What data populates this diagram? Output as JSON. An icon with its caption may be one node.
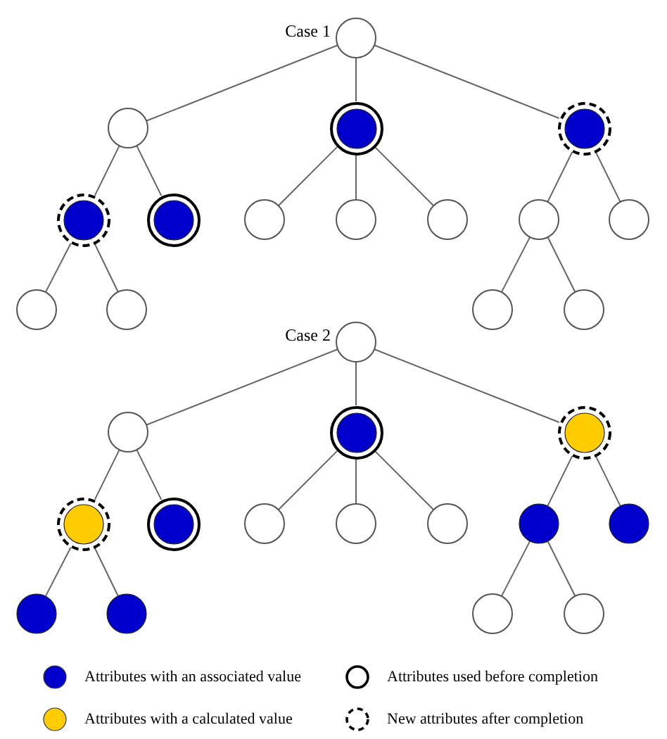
{
  "diagram": {
    "nodes": [
      {
        "text": [],
        "shape": "circle",
        "beside": [
          "Case 1"
        ]
      },
      {
        "text": [],
        "shape": "circle"
      },
      {
        "text": [],
        "shape": "circle"
      },
      {
        "text": [],
        "shape": "circle"
      },
      {
        "text": [],
        "shape": "circle"
      },
      {
        "text": [],
        "shape": "circle"
      },
      {
        "text": [],
        "shape": "circle"
      },
      {
        "text": [],
        "shape": "circle"
      },
      {
        "text": [],
        "shape": "circle"
      },
      {
        "text": [],
        "shape": "circle"
      },
      {
        "text": [],
        "shape": "circle"
      },
      {
        "text": [],
        "shape": "circle"
      },
      {
        "text": [],
        "shape": "circle"
      },
      {
        "text": [],
        "shape": "circle"
      },
      {
        "text": [],
        "shape": "circle"
      },
      {
        "text": [],
        "shape": "circle",
        "beside": [
          "Case 2"
        ]
      },
      {
        "text": [],
        "shape": "circle"
      },
      {
        "text": [],
        "shape": "circle"
      },
      {
        "text": [],
        "shape": "circle"
      },
      {
        "text": [],
        "shape": "circle"
      },
      {
        "text": [],
        "shape": "circle"
      },
      {
        "text": [],
        "shape": "circle"
      },
      {
        "text": [],
        "shape": "circle"
      },
      {
        "text": [],
        "shape": "circle"
      },
      {
        "text": [],
        "shape": "circle"
      },
      {
        "text": [],
        "shape": "circle"
      },
      {
        "text": [],
        "shape": "circle"
      },
      {
        "text": [],
        "shape": "circle"
      },
      {
        "text": [],
        "shape": "circle"
      },
      {
        "text": [],
        "shape": "circle"
      }
    ],
    "edges": [
      {
        "from": 0,
        "to": 1,
        "arrow": "none"
      },
      {
        "from": 0,
        "to": 2,
        "arrow": "none"
      },
      {
        "from": 0,
        "to": 3,
        "arrow": "none"
      },
      {
        "from": 1,
        "to": 4,
        "arrow": "none"
      },
      {
        "from": 1,
        "to": 5,
        "arrow": "none"
      },
      {
        "from": 2,
        "to": 6,
        "arrow": "none"
      },
      {
        "from": 2,
        "to": 7,
        "arrow": "none"
      },
      {
        "from": 2,
        "to": 8,
        "arrow": "none"
      },
      {
        "from": 3,
        "to": 9,
        "arrow": "none"
      },
      {
        "from": 3,
        "to": 10,
        "arrow": "none"
      },
      {
        "from": 4,
        "to": 11,
        "arrow": "none"
      },
      {
        "from": 4,
        "to": 12,
        "arrow": "none"
      },
      {
        "from": 9,
        "to": 13,
        "arrow": "none"
      },
      {
        "from": 9,
        "to": 14,
        "arrow": "none"
      },
      {
        "from": 15,
        "to": 16,
        "arrow": "none"
      },
      {
        "from": 15,
        "to": 17,
        "arrow": "none"
      },
      {
        "from": 15,
        "to": 18,
        "arrow": "none"
      },
      {
        "from": 16,
        "to": 19,
        "arrow": "none"
      },
      {
        "from": 16,
        "to": 20,
        "arrow": "none"
      },
      {
        "from": 17,
        "to": 21,
        "arrow": "none"
      },
      {
        "from": 17,
        "to": 22,
        "arrow": "none"
      },
      {
        "from": 17,
        "to": 23,
        "arrow": "none"
      },
      {
        "from": 18,
        "to": 24,
        "arrow": "none"
      },
      {
        "from": 18,
        "to": 25,
        "arrow": "none"
      },
      {
        "from": 19,
        "to": 26,
        "arrow": "none"
      },
      {
        "from": 19,
        "to": 27,
        "arrow": "none"
      },
      {
        "from": 24,
        "to": 28,
        "arrow": "none"
      },
      {
        "from": 24,
        "to": 29,
        "arrow": "none"
      }
    ],
    "legend": [
      {
        "text": "Attributes with an associated value",
        "color": "#0000cc"
      },
      {
        "text": "Attributes used before completion"
      },
      {
        "text": "Attributes with a calculated value",
        "color": "#ffcc00"
      },
      {
        "text": "New attributes after completion"
      }
    ]
  }
}
